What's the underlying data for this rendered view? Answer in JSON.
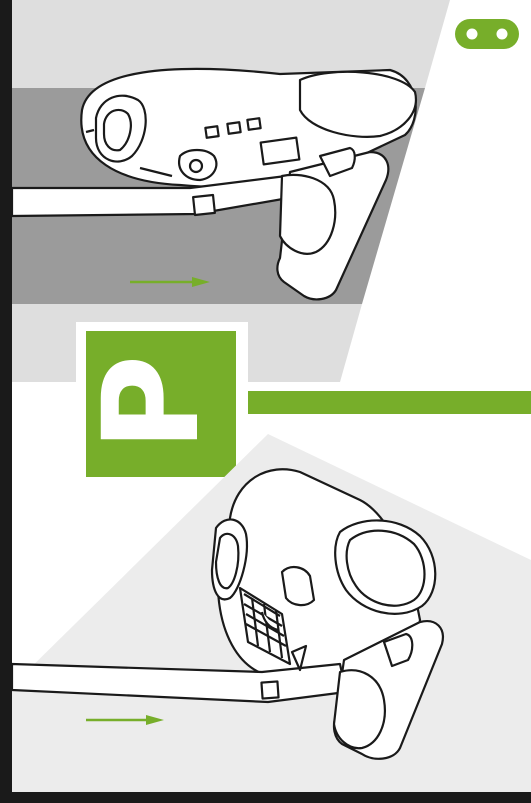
{
  "page": {
    "step_number": "8",
    "section_letter": "P"
  },
  "colors": {
    "accent_green": "#77ae2a",
    "frame_black": "#1a1a1a",
    "floor_dark_grey": "#9b9b9b",
    "wall_light_grey": "#dedede",
    "lower_wedge_grey": "#ececec"
  },
  "icons": {
    "step_badge": "number-8-icon",
    "direction_arrow_top": "arrow-right-icon",
    "direction_arrow_bottom": "arrow-right-icon",
    "illustration_top": "vacuum-cleaner-pushed-forward",
    "illustration_bottom": "vacuum-cleaner-pushed-forward-raised"
  }
}
